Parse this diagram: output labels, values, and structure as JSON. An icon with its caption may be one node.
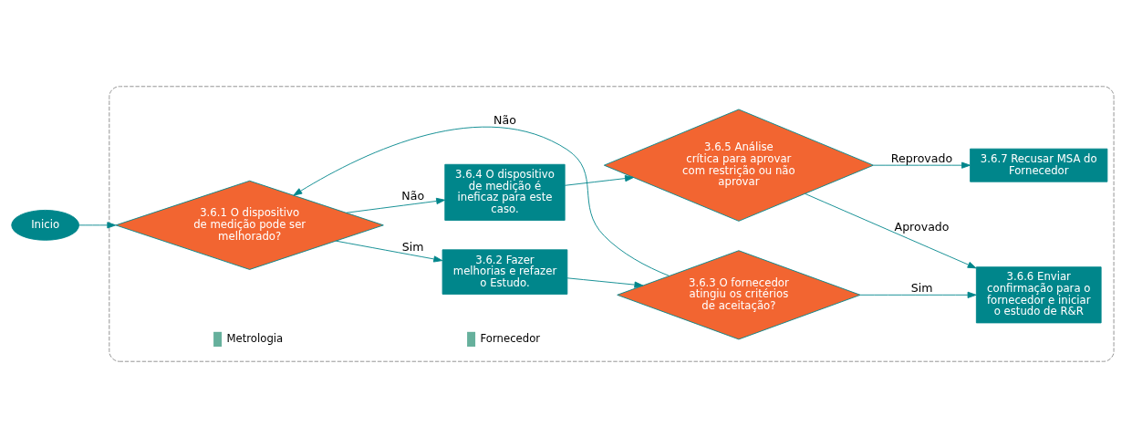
{
  "diagram": {
    "nodes": [
      {
        "text": [
          "Inicio"
        ]
      },
      {
        "text": [],
        "shape": "box"
      },
      {
        "text": [
          "3.6.1 O dispositivo de medição pode ser melhorado?"
        ],
        "in": 1
      },
      {
        "text": [
          "3.6.2 Fazer melhorias e refazer o Estudo."
        ],
        "in": 1
      },
      {
        "text": [
          "3.6.3 O fornecedor atingiu os critérios de aceitação?"
        ],
        "in": 1
      },
      {
        "text": [
          "3.6.6 Enviar confirmação para o fornecedor e iniciar o estudo de R&R"
        ],
        "in": 1
      },
      {
        "text": [
          "3.6.4 O dispositivo de medição é ineficaz para este caso."
        ],
        "in": 1
      },
      {
        "text": [
          "3.6.5 Análise crítica para aprovar com restrição ou não aprovar"
        ],
        "in": 1
      },
      {
        "text": [
          "3.6.7 Recusar MSA do Fornecedor"
        ],
        "in": 1
      }
    ],
    "edges": [
      {
        "from": 0,
        "to": 2,
        "arrow": "to"
      },
      {
        "from": 2,
        "to": 3,
        "arrow": "to",
        "label": "Sim"
      },
      {
        "from": 3,
        "to": 4,
        "arrow": "to"
      },
      {
        "from": 4,
        "to": 5,
        "arrow": "to",
        "label": "Sim"
      },
      {
        "from": 4,
        "to": 2,
        "arrow": "to",
        "label": "Não"
      },
      {
        "from": 2,
        "to": 6,
        "arrow": "to",
        "label": "Não"
      },
      {
        "from": 6,
        "to": 7,
        "arrow": "to"
      },
      {
        "from": 7,
        "to": 5,
        "arrow": "to",
        "label": "Aprovado"
      },
      {
        "from": 7,
        "to": 8,
        "arrow": "to",
        "label": "Reprovado"
      }
    ],
    "legend": [
      {
        "text": "Metrologia",
        "color": "#66b09c"
      },
      {
        "text": "Fornecedor",
        "color": "#66b09c"
      }
    ]
  }
}
